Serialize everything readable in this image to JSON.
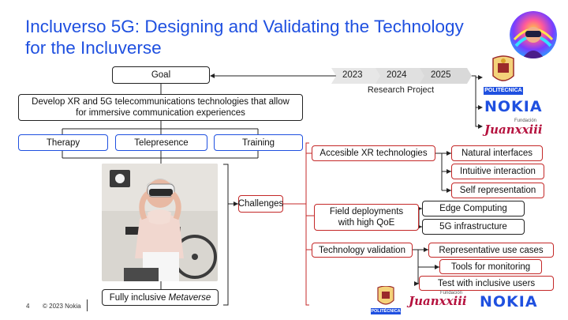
{
  "slide": {
    "title_line1": "Incluverso 5G: Designing and Validating the Technology",
    "title_line2": "for the Incluverse",
    "page_number": "4",
    "copyright": "© 2023 Nokia"
  },
  "left": {
    "goal": "Goal",
    "goal_desc_line1": "Develop XR and 5G telecommunications technologies that allow",
    "goal_desc_line2": "for immersive communication experiences",
    "areas": [
      "Therapy",
      "Telepresence",
      "Training"
    ],
    "outcome_prefix": "Fully inclusive ",
    "outcome_italic": "Metaverse"
  },
  "timeline": {
    "years": [
      "2023",
      "2024",
      "2025"
    ],
    "label": "Research Project"
  },
  "challenges": {
    "label": "Challenges",
    "groups": [
      {
        "title": "Accesible XR technologies",
        "items": [
          "Natural interfaces",
          "Intuitive interaction",
          "Self representation"
        ]
      },
      {
        "title_line1": "Field deployments",
        "title_line2": "with high QoE",
        "items": [
          "Edge Computing",
          "5G infrastructure"
        ]
      },
      {
        "title": "Technology validation",
        "items": [
          "Representative use cases",
          "Tools for monitoring",
          "Test with inclusive users"
        ]
      }
    ]
  },
  "partners": {
    "politecnica": "POLITÉCNICA",
    "nokia": "NOKIA",
    "fundacion": "Fundación",
    "juanxxiii": "Juanxxiii"
  },
  "colors": {
    "title": "#1f50e0",
    "blue_box": "#1f50e0",
    "red_box": "#c42828",
    "nokia": "#1f50e0",
    "juanxxiii": "#b5123e"
  }
}
